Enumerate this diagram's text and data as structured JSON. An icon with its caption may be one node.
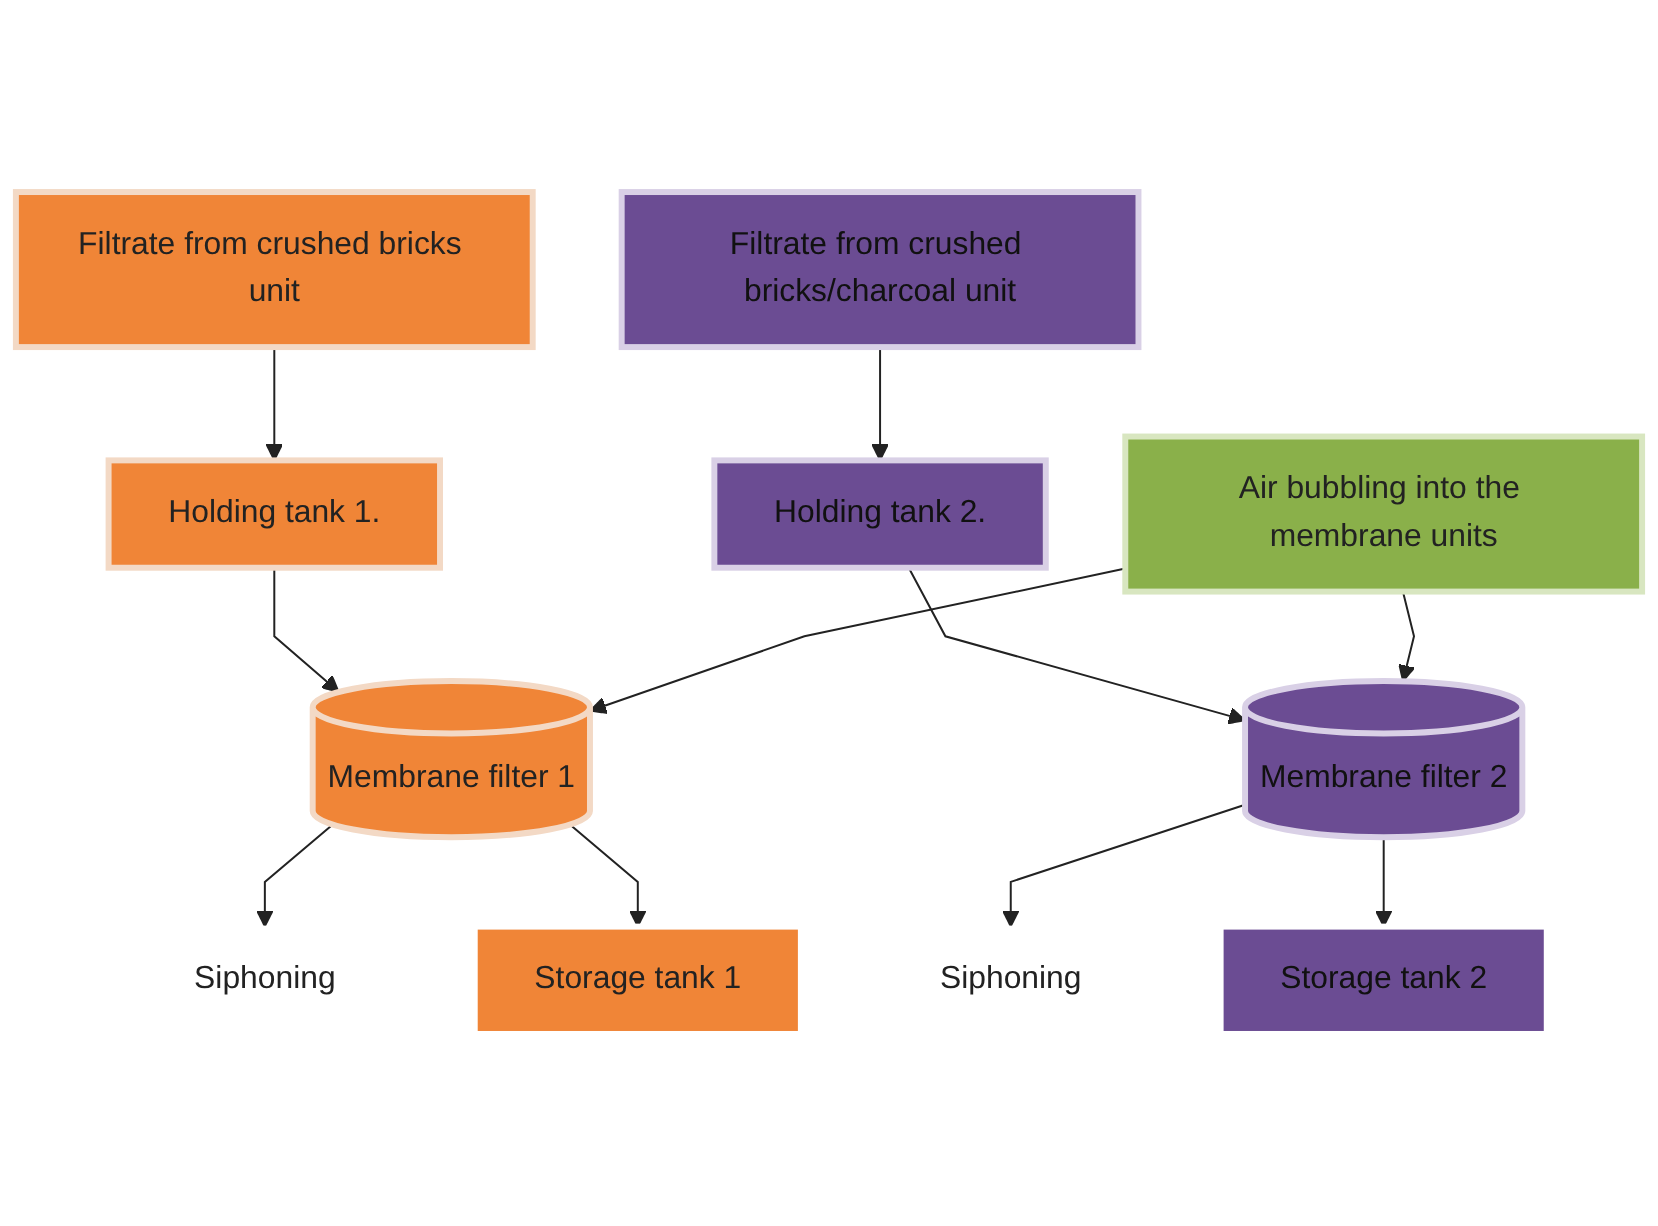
{
  "diagram": {
    "nodes": [
      {
        "text": [
          "Filtrate from crushed bricks unit"
        ]
      },
      {
        "text": [
          "Filtrate from crushed bricks/charcoal unit"
        ]
      },
      {
        "text": [
          "Holding tank 1."
        ]
      },
      {
        "text": [
          "Holding tank 2."
        ]
      },
      {
        "text": [
          "Membrane filter 1"
        ]
      },
      {
        "text": [
          "Membrane filter 2"
        ]
      },
      {
        "text": [
          "Air bubbling into the membrane units"
        ]
      },
      {
        "text": [
          "Siphoning"
        ]
      },
      {
        "text": [
          "Siphoning"
        ]
      },
      {
        "text": [
          "Storage tank 1"
        ]
      },
      {
        "text": [
          "Storage tank 2"
        ]
      }
    ],
    "edges": [
      {
        "from": 0,
        "to": 2,
        "arrow": "to"
      },
      {
        "from": 1,
        "to": 3,
        "arrow": "to"
      },
      {
        "from": 2,
        "to": 4,
        "arrow": "to"
      },
      {
        "from": 3,
        "to": 5,
        "arrow": "to"
      },
      {
        "from": 6,
        "to": 4,
        "arrow": "to"
      },
      {
        "from": 6,
        "to": 5,
        "arrow": "to"
      },
      {
        "from": 4,
        "to": 7,
        "arrow": "to"
      },
      {
        "from": 4,
        "to": 9,
        "arrow": "to"
      },
      {
        "from": 5,
        "to": 8,
        "arrow": "to"
      },
      {
        "from": 5,
        "to": 10,
        "arrow": "to"
      }
    ]
  }
}
